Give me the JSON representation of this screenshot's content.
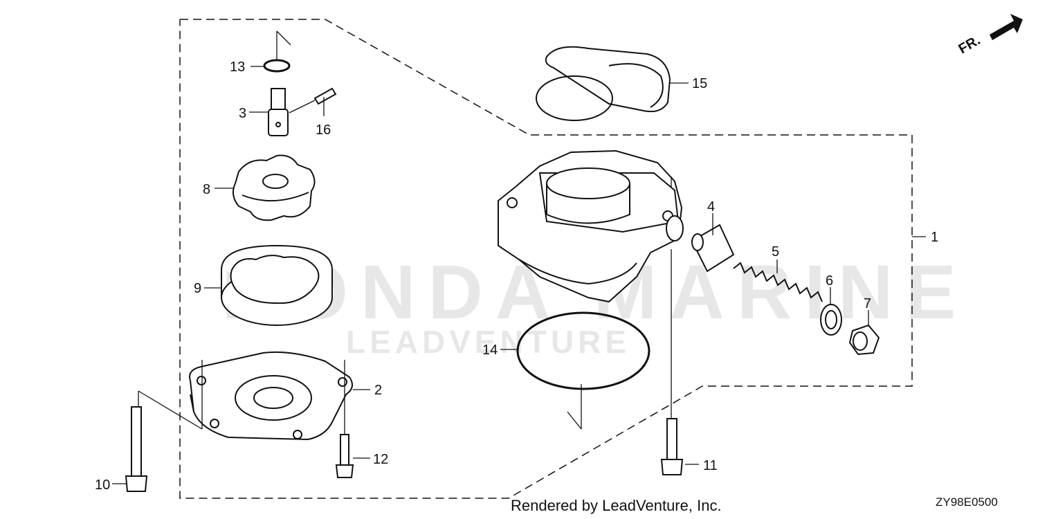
{
  "callouts": [
    {
      "id": "1",
      "label": "1"
    },
    {
      "id": "2",
      "label": "2"
    },
    {
      "id": "3",
      "label": "3"
    },
    {
      "id": "4",
      "label": "4"
    },
    {
      "id": "5",
      "label": "5"
    },
    {
      "id": "6",
      "label": "6"
    },
    {
      "id": "7",
      "label": "7"
    },
    {
      "id": "8",
      "label": "8"
    },
    {
      "id": "9",
      "label": "9"
    },
    {
      "id": "10",
      "label": "10"
    },
    {
      "id": "11",
      "label": "11"
    },
    {
      "id": "12",
      "label": "12"
    },
    {
      "id": "13",
      "label": "13"
    },
    {
      "id": "14",
      "label": "14"
    },
    {
      "id": "15",
      "label": "15"
    },
    {
      "id": "16",
      "label": "16"
    }
  ],
  "front_indicator": "FR.",
  "watermark": {
    "brand": "HONDA MARINE",
    "vendor": "LEADVENTURE"
  },
  "footer": {
    "rendered_by": "Rendered by LeadVenture, Inc.",
    "diagram_code": "ZY98E0500"
  }
}
